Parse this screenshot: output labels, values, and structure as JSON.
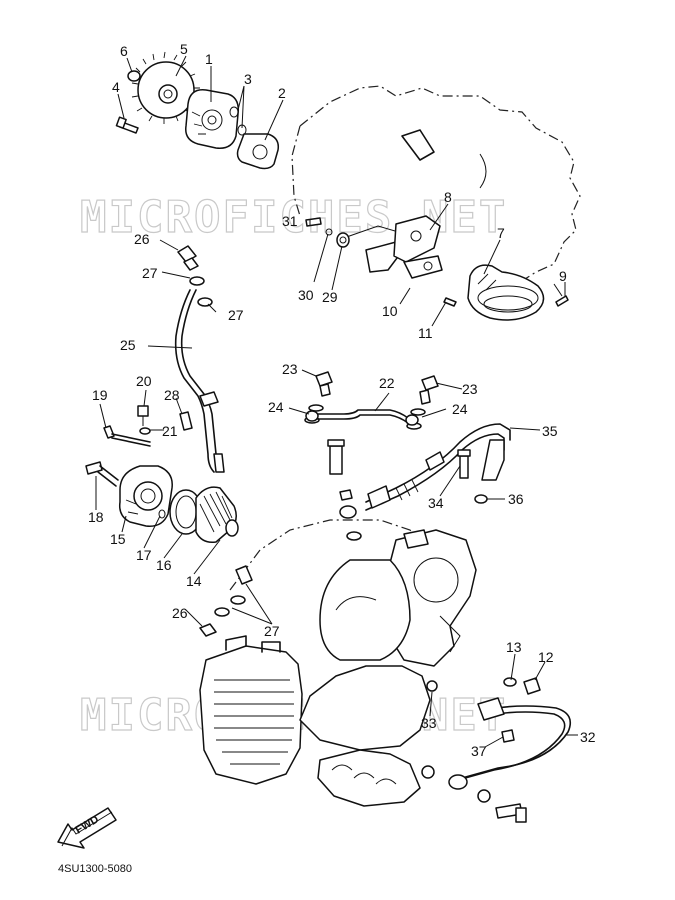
{
  "drawing_code": "4SU1300-5080",
  "direction_arrow": "FWD",
  "watermark": "MICROFICHES.NET",
  "part_numbers": [
    "1",
    "2",
    "3",
    "4",
    "5",
    "6",
    "7",
    "8",
    "9",
    "10",
    "11",
    "12",
    "13",
    "14",
    "15",
    "16",
    "17",
    "18",
    "19",
    "20",
    "21",
    "22",
    "23",
    "23",
    "24",
    "24",
    "25",
    "26",
    "26",
    "27",
    "27",
    "27",
    "28",
    "29",
    "30",
    "31",
    "32",
    "33",
    "34",
    "35",
    "36",
    "37"
  ]
}
